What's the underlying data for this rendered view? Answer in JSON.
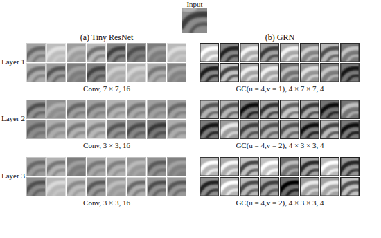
{
  "diagram": {
    "labels": [
      "Input",
      "(a) Tiny ResNet",
      "(b) GRN",
      "Layer 1",
      "Conv, 7 × 7, 16",
      "GC(u = 4,v = 1), 4 × 7 × 7, 4",
      "Layer 2",
      "Conv, 3 × 3, 16",
      "GC(u = 4,v = 2), 4 × 3 × 3, 4",
      "Layer 3",
      "Conv, 3 × 3, 16",
      "GC(u = 4,v = 2), 4 × 3 × 3, 4"
    ]
  }
}
